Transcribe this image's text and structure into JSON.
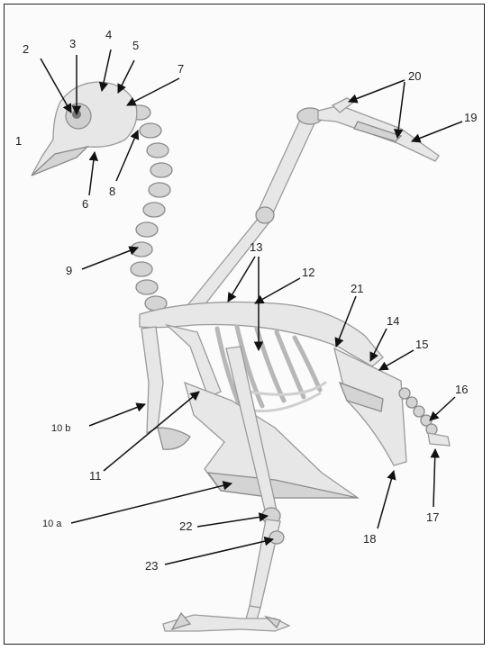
{
  "labels": [
    {
      "key": "l1",
      "text": "1"
    },
    {
      "key": "l2",
      "text": "2"
    },
    {
      "key": "l3",
      "text": "3"
    },
    {
      "key": "l4",
      "text": "4"
    },
    {
      "key": "l5",
      "text": "5"
    },
    {
      "key": "l6",
      "text": "6"
    },
    {
      "key": "l7",
      "text": "7"
    },
    {
      "key": "l8",
      "text": "8"
    },
    {
      "key": "l9",
      "text": "9"
    },
    {
      "key": "l10a",
      "text": "10 a"
    },
    {
      "key": "l10b",
      "text": "10 b"
    },
    {
      "key": "l11",
      "text": "11"
    },
    {
      "key": "l12",
      "text": "12"
    },
    {
      "key": "l13",
      "text": "13"
    },
    {
      "key": "l14",
      "text": "14"
    },
    {
      "key": "l15",
      "text": "15"
    },
    {
      "key": "l16",
      "text": "16"
    },
    {
      "key": "l17",
      "text": "17"
    },
    {
      "key": "l18",
      "text": "18"
    },
    {
      "key": "l19",
      "text": "19"
    },
    {
      "key": "l20",
      "text": "20"
    },
    {
      "key": "l21",
      "text": "21"
    },
    {
      "key": "l22",
      "text": "22"
    },
    {
      "key": "l23",
      "text": "23"
    }
  ]
}
